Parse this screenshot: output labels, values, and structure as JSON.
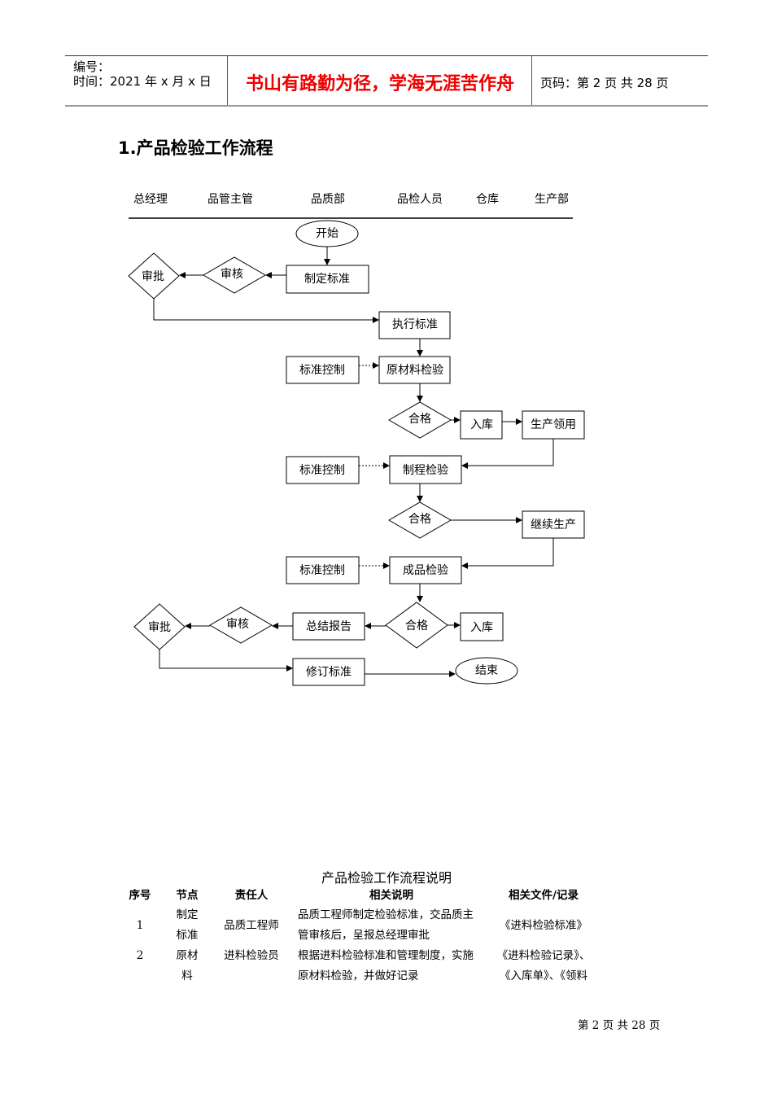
{
  "header": {
    "number_label": "编号：",
    "date_label": "时间：2021 年 x 月 x 日",
    "motto": "书山有路勤为径，学海无涯苦作舟",
    "page_label": "页码：第 2 页 共 28 页"
  },
  "title": "1.产品检验工作流程",
  "lanes": [
    "总经理",
    "品管主管",
    "品质部",
    "品检人员",
    "仓库",
    "生产部"
  ],
  "nodes": {
    "start": "开始",
    "make_std": "制定标准",
    "review1": "审核",
    "approve1": "审批",
    "exec_std": "执行标准",
    "std_ctrl": "标准控制",
    "raw_insp": "原材料检验",
    "pass": "合格",
    "in_stock": "入库",
    "prod_use": "生产领用",
    "proc_insp": "制程检验",
    "continue_prod": "继续生产",
    "final_insp": "成品检验",
    "summary": "总结报告",
    "review2": "审核",
    "approve2": "审批",
    "revise_std": "修订标准",
    "end": "结束"
  },
  "table": {
    "caption": "产品检验工作流程说明",
    "headers": [
      "序号",
      "节点",
      "责任人",
      "相关说明",
      "相关文件/记录"
    ],
    "rows": [
      {
        "no": "1",
        "node": [
          "制定",
          "标准"
        ],
        "owner": "品质工程师",
        "desc": [
          "品质工程师制定检验标准，交品质主",
          "管审核后，呈报总经理审批"
        ],
        "docs": [
          "《进料检验标准》"
        ]
      },
      {
        "no": "2",
        "node": [
          "原材",
          "料"
        ],
        "owner": "进料检验员",
        "desc": [
          "根据进料检验标准和管理制度，实施",
          "原材料检验，并做好记录"
        ],
        "docs": [
          "《进料检验记录》、",
          "《入库单》、《领料"
        ]
      }
    ]
  },
  "footer": "第 2 页 共 28 页"
}
